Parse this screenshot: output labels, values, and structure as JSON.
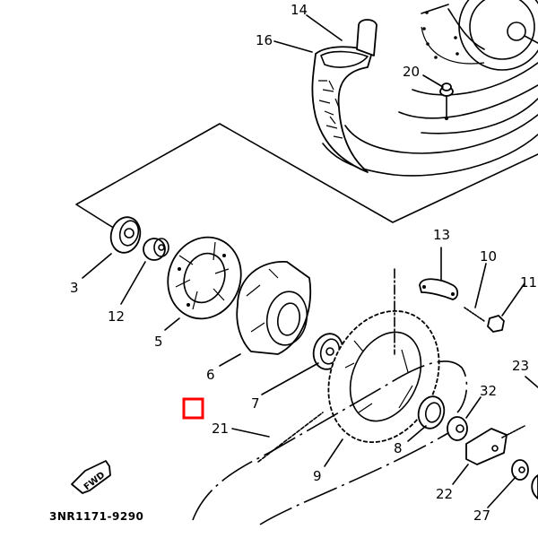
{
  "diagram": {
    "title_code": "3NR1171-9290",
    "direction_badge": "FWD",
    "accent_marker_color": "#ff0000",
    "callouts": [
      {
        "id": "c14",
        "label": "14"
      },
      {
        "id": "c16",
        "label": "16"
      },
      {
        "id": "c20",
        "label": "20"
      },
      {
        "id": "c3",
        "label": "3"
      },
      {
        "id": "c12",
        "label": "12"
      },
      {
        "id": "c5",
        "label": "5"
      },
      {
        "id": "c6",
        "label": "6"
      },
      {
        "id": "c7",
        "label": "7"
      },
      {
        "id": "c13",
        "label": "13"
      },
      {
        "id": "c10",
        "label": "10"
      },
      {
        "id": "c11",
        "label": "11"
      },
      {
        "id": "c23",
        "label": "23"
      },
      {
        "id": "c32",
        "label": "32"
      },
      {
        "id": "c8",
        "label": "8"
      },
      {
        "id": "c9",
        "label": "9"
      },
      {
        "id": "c21",
        "label": "21"
      },
      {
        "id": "c22",
        "label": "22"
      },
      {
        "id": "c27",
        "label": "27"
      }
    ]
  }
}
